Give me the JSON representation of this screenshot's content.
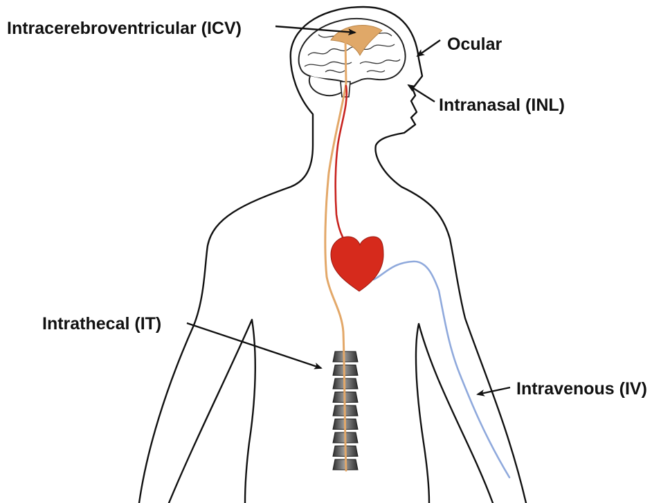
{
  "labels": {
    "icv": "Intracerebroventricular (ICV)",
    "ocular": "Ocular",
    "intranasal": "Intranasal (INL)",
    "intrathecal": "Intrathecal (IT)",
    "intravenous": "Intravenous (IV)"
  },
  "colors": {
    "outline": "#111111",
    "csf_tube": "#e3a869",
    "ventricle": "#e0a868",
    "artery": "#c8231f",
    "heart": "#d62a1c",
    "vein": "#8fa9dc",
    "vertebra": "#5a5a5a"
  },
  "icons": [
    "brain-icon",
    "heart-icon",
    "spine-icon",
    "ventricle-icon"
  ]
}
